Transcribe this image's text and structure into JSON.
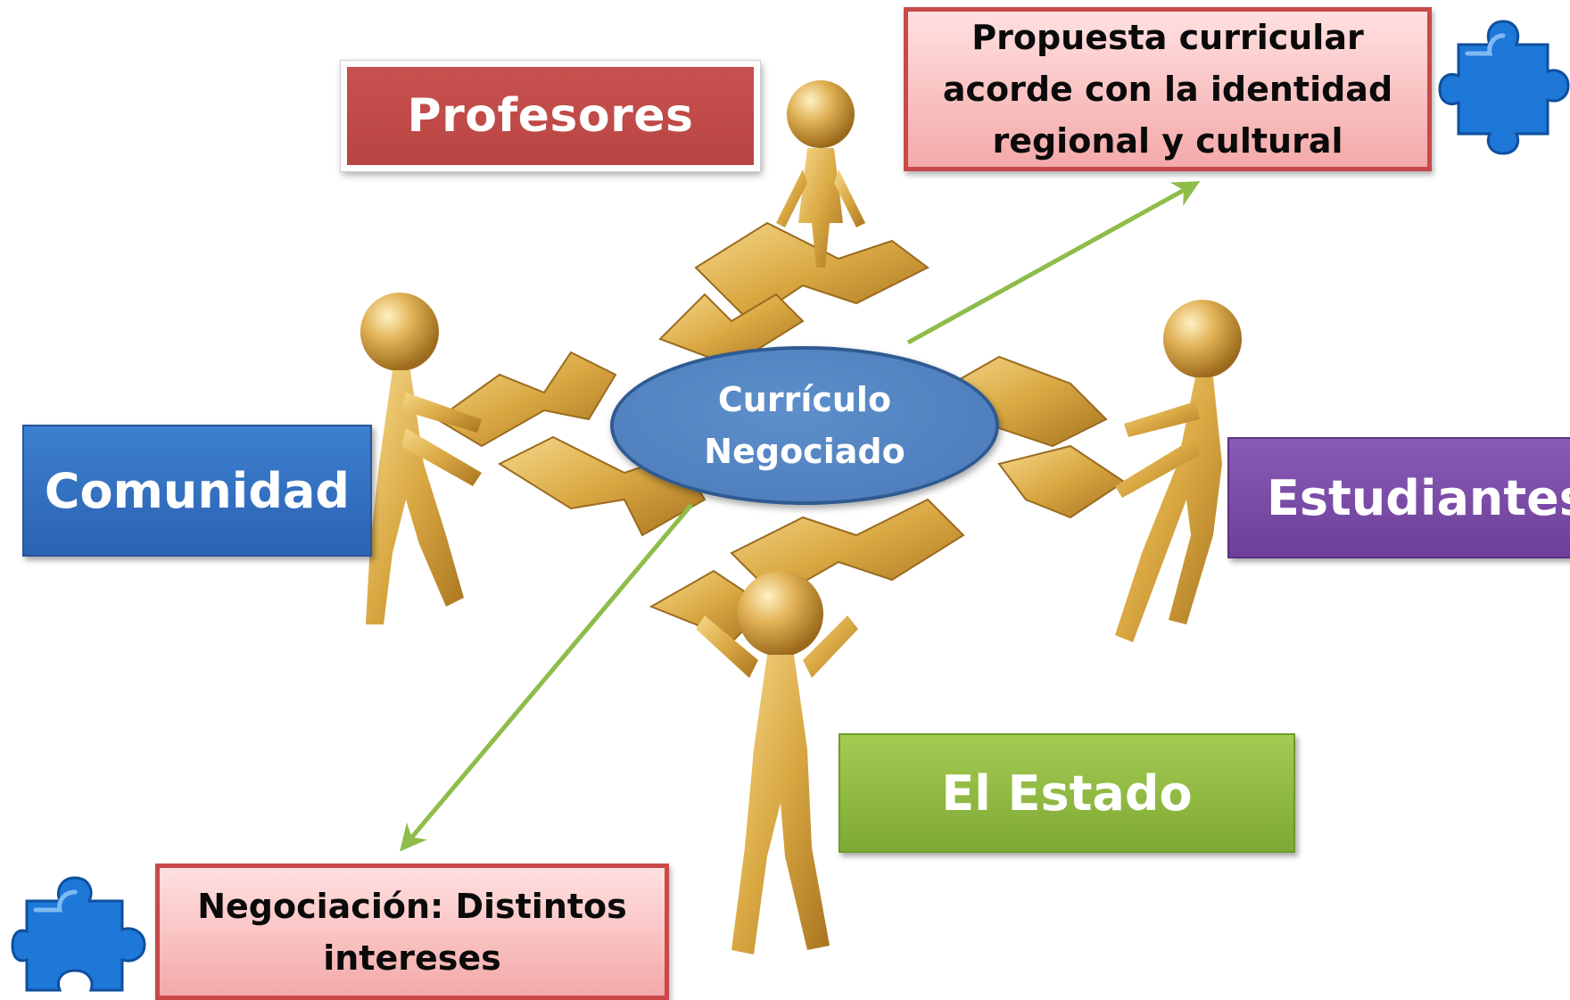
{
  "center": {
    "line1": "Currículo",
    "line2": "Negociado"
  },
  "stakeholders": {
    "profesores": "Profesores",
    "comunidad": "Comunidad",
    "estudiantes": "Estudiantes",
    "estado": "El Estado"
  },
  "callouts": {
    "propuesta": {
      "line1": "Propuesta curricular",
      "line2": "acorde con la identidad",
      "line3": "regional y cultural"
    },
    "negociacion": {
      "line1": "Negociación: Distintos",
      "line2": "intereses"
    }
  },
  "colors": {
    "profesores": "#c0504d",
    "comunidad": "#3571c3",
    "estudiantes": "#7b4ba8",
    "estado": "#92c046",
    "center": "#4f81bd",
    "callout_border": "#c9494a",
    "arrow": "#8fbc4a",
    "gold": "#d4a43a",
    "puzzle": "#1e78d8"
  },
  "icons": {
    "figures": "golden-figures-holding-arrows",
    "puzzle": "puzzle-piece-icon"
  }
}
